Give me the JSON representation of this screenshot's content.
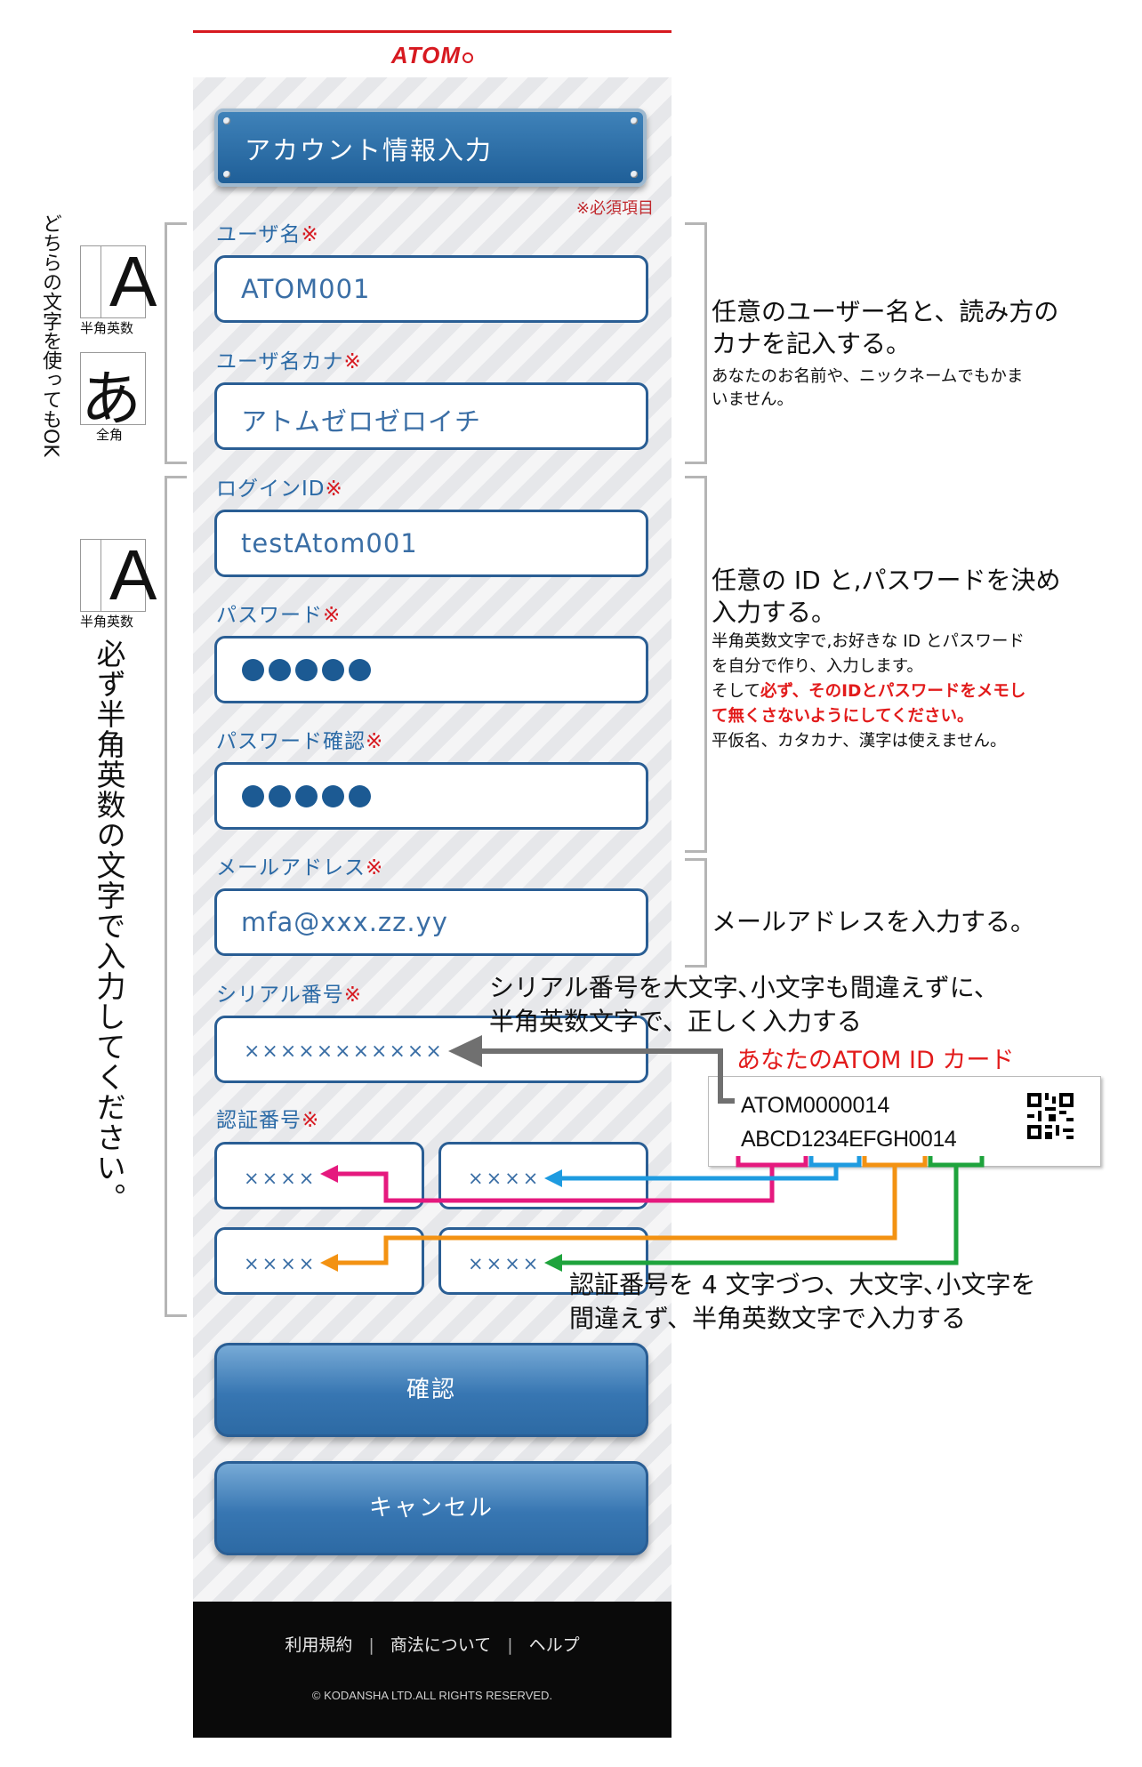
{
  "app": {
    "logo": "ATOM",
    "title": "アカウント情報入力",
    "required_note": "※必須項目"
  },
  "form": {
    "username": {
      "label": "ユーザ名",
      "value": "ATOM001"
    },
    "username_kana": {
      "label": "ユーザ名カナ",
      "value": "アトムゼロゼロイチ"
    },
    "login_id": {
      "label": "ログインID",
      "value": "testAtom001"
    },
    "password": {
      "label": "パスワード",
      "masked_length": 5
    },
    "password_confirm": {
      "label": "パスワード確認",
      "masked_length": 5
    },
    "email": {
      "label": "メールアドレス",
      "value": "mfa@xxx.zz.yy"
    },
    "serial": {
      "label": "シリアル番号",
      "value": "×××××××××××"
    },
    "auth_code": {
      "label": "認証番号",
      "values": [
        "××××",
        "××××",
        "××××",
        "××××"
      ]
    },
    "required_mark": "※"
  },
  "buttons": {
    "confirm": "確認",
    "cancel": "キャンセル"
  },
  "footer": {
    "links": [
      "利用規約",
      "商法について",
      "ヘルプ"
    ],
    "separator": "|",
    "copyright": "© KODANSHA LTD.ALL RIGHTS RESERVED."
  },
  "annotations": {
    "left_top_vertical": "どちらの文字を使ってもOK",
    "char_A": "A",
    "char_a_hira": "あ",
    "label_halfwidth": "半角英数",
    "label_fullwidth": "全角",
    "left_mid_vertical": "必ず半角英数の文字で入力してください。",
    "right_name_1": "任意のユーザー名と、読み方の",
    "right_name_2": "カナを記入する。",
    "right_name_3": "あなたのお名前や、ニックネームでもかま",
    "right_name_4": "いません。",
    "right_id_1": "任意の ID と,パスワードを決め",
    "right_id_2": "入力する。",
    "right_id_3": "半角英数文字で,お好きな ID とパスワード",
    "right_id_4": "を自分で作り、入力します。",
    "right_id_5a": "そして",
    "right_id_5b": "必ず、そのIDとパスワードをメモし",
    "right_id_6": "て無くさないようにしてください。",
    "right_id_7": "平仮名、カタカナ、漢字は使えません。",
    "right_mail": "メールアドレスを入力する。",
    "serial_note_1": "シリアル番号を大文字､小文字も間違えずに、",
    "serial_note_2": "半角英数文字で、正しく入力する",
    "card_caption": "あなたのATOM ID カード",
    "card_id": "ATOM0000014",
    "card_code": "ABCD1234EFGH0014",
    "auth_note_1": "認証番号を 4 文字づつ、大文字､小文字を",
    "auth_note_2": "間違えず、半角英数文字で入力する"
  },
  "colors": {
    "brand_red": "#d71920",
    "field_blue": "#2a5e94",
    "arrow_gray": "#707070",
    "seg1": "#e5197e",
    "seg2": "#1e9be0",
    "seg3": "#f39212",
    "seg4": "#1ea33c"
  }
}
